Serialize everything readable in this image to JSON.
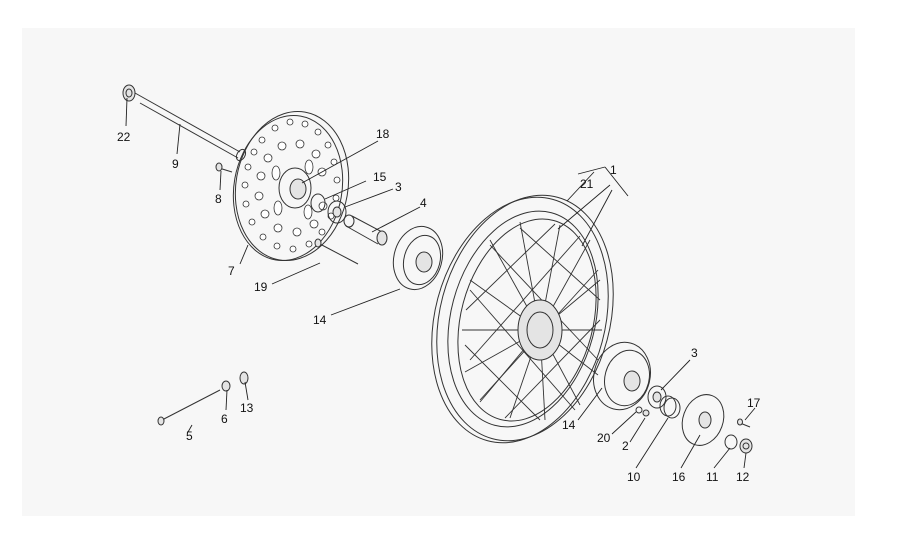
{
  "callouts": [
    {
      "id": "c1",
      "text": "1"
    },
    {
      "id": "c21",
      "text": "21"
    },
    {
      "id": "c22",
      "text": "22"
    },
    {
      "id": "c9",
      "text": "9"
    },
    {
      "id": "c8",
      "text": "8"
    },
    {
      "id": "c18",
      "text": "18"
    },
    {
      "id": "c15",
      "text": "15"
    },
    {
      "id": "c3a",
      "text": "3"
    },
    {
      "id": "c4",
      "text": "4"
    },
    {
      "id": "c7",
      "text": "7"
    },
    {
      "id": "c19",
      "text": "19"
    },
    {
      "id": "c14a",
      "text": "14"
    },
    {
      "id": "c5",
      "text": "5"
    },
    {
      "id": "c6",
      "text": "6"
    },
    {
      "id": "c13",
      "text": "13"
    },
    {
      "id": "c3b",
      "text": "3"
    },
    {
      "id": "c14b",
      "text": "14"
    },
    {
      "id": "c20",
      "text": "20"
    },
    {
      "id": "c2",
      "text": "2"
    },
    {
      "id": "c10",
      "text": "10"
    },
    {
      "id": "c16",
      "text": "16"
    },
    {
      "id": "c11",
      "text": "11"
    },
    {
      "id": "c12",
      "text": "12"
    },
    {
      "id": "c17",
      "text": "17"
    }
  ]
}
